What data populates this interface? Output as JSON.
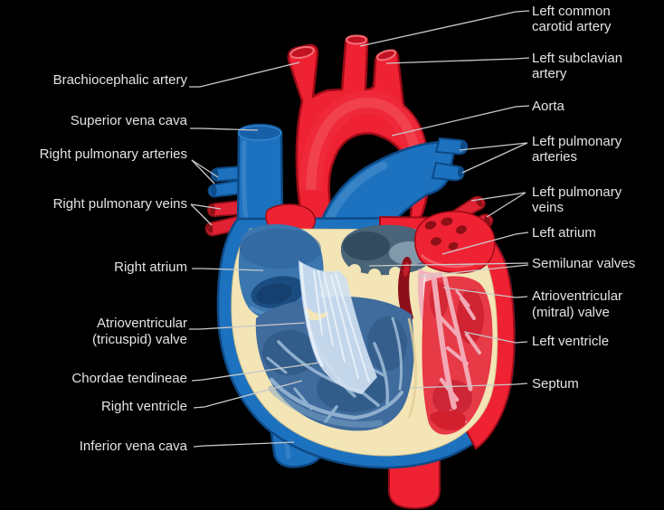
{
  "diagram": {
    "subject_labels_total": 19,
    "colors": {
      "background": "#000000",
      "label_text": "#e4e4e4",
      "leader_line": "#c9c9c9",
      "artery_red": "#ee2233",
      "artery_red_dark": "#9e0b16",
      "artery_red_highlight": "#f4525e",
      "vein_blue": "#1d72bf",
      "vein_blue_dark": "#0d4a86",
      "myocardium_cream": "#f3e5b6",
      "right_atrium_blue": "#3b76af",
      "ventricle_interior_blue": "#3f6b9d",
      "trabeculae_light_blue": "#8fafce",
      "chordae_light_blue": "#cfe0f1",
      "left_ventricle_red": "#e63a47",
      "valve_pink": "#f2b3bd",
      "vein_opening_maroon": "#8c1016"
    }
  },
  "labels": {
    "left": [
      {
        "text": "Brachiocephalic artery"
      },
      {
        "text": "Superior vena cava"
      },
      {
        "text": "Right pulmonary arteries"
      },
      {
        "text": "Right pulmonary veins"
      },
      {
        "text": "Right atrium"
      },
      {
        "text": "Atrioventricular (tricuspid) valve"
      },
      {
        "text": "Chordae tendineae"
      },
      {
        "text": "Right ventricle"
      },
      {
        "text": "Inferior vena cava"
      }
    ],
    "right": [
      {
        "text": "Left common carotid artery"
      },
      {
        "text": "Left subclavian artery"
      },
      {
        "text": "Aorta"
      },
      {
        "text": "Left pulmonary arteries"
      },
      {
        "text": "Left pulmonary veins"
      },
      {
        "text": "Left atrium"
      },
      {
        "text": "Semilunar valves"
      },
      {
        "text": "Atrioventricular (mitral) valve"
      },
      {
        "text": "Left ventricle"
      },
      {
        "text": "Septum"
      }
    ]
  }
}
